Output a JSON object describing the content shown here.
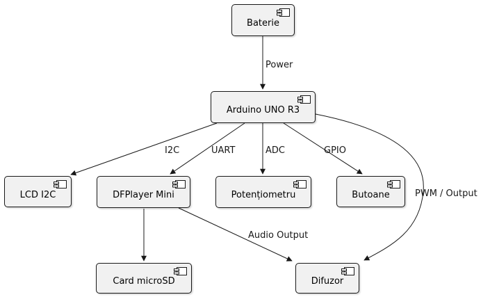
{
  "diagram": {
    "type": "component-diagram",
    "background": "#ffffff",
    "node_fill": "#f1f1f1",
    "node_border": "#181818",
    "edge_color": "#181818",
    "nodes": [
      {
        "label": "Baterie"
      },
      {
        "label": "Arduino UNO R3"
      },
      {
        "label": "LCD I2C"
      },
      {
        "label": "DFPlayer Mini"
      },
      {
        "label": "Potențiometru"
      },
      {
        "label": "Butoane"
      },
      {
        "label": "Card microSD"
      },
      {
        "label": "Difuzor"
      }
    ],
    "edges": [
      {
        "from": "Baterie",
        "to": "Arduino UNO R3",
        "label": "Power"
      },
      {
        "from": "Arduino UNO R3",
        "to": "LCD I2C",
        "label": "I2C"
      },
      {
        "from": "Arduino UNO R3",
        "to": "DFPlayer Mini",
        "label": "UART"
      },
      {
        "from": "Arduino UNO R3",
        "to": "Potențiometru",
        "label": "ADC"
      },
      {
        "from": "Arduino UNO R3",
        "to": "Butoane",
        "label": "GPIO"
      },
      {
        "from": "Arduino UNO R3",
        "to": "Difuzor",
        "label": "PWM / Output"
      },
      {
        "from": "DFPlayer Mini",
        "to": "Card microSD",
        "label": ""
      },
      {
        "from": "DFPlayer Mini",
        "to": "Difuzor",
        "label": "Audio Output"
      }
    ]
  }
}
